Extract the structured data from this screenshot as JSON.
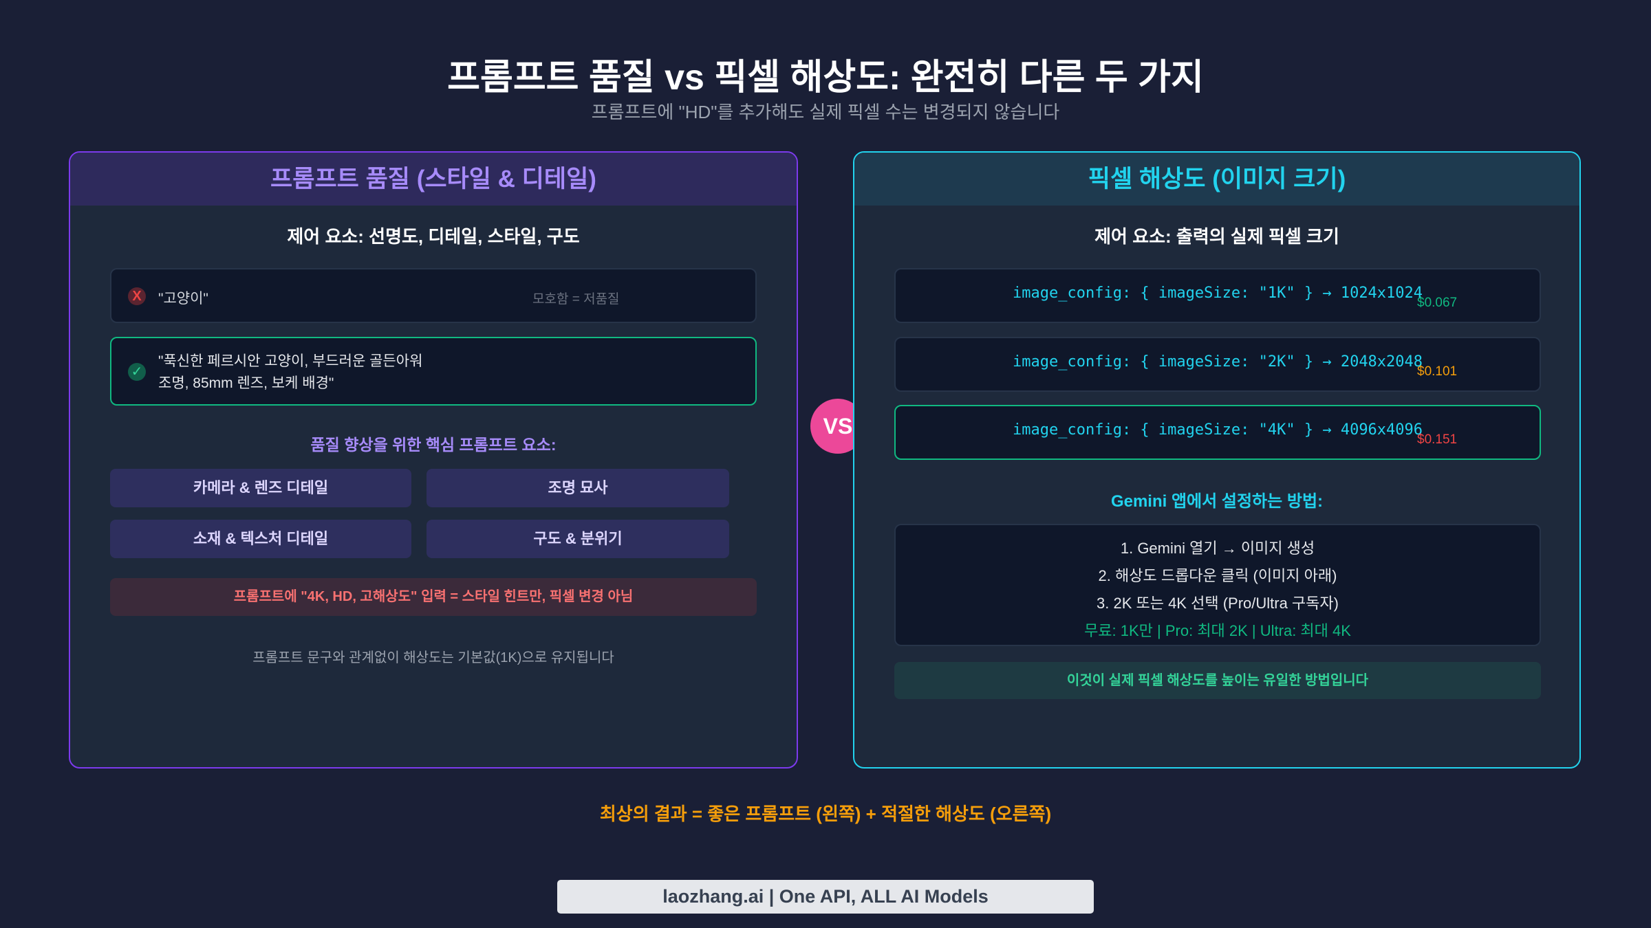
{
  "header": {
    "title": "프롬프트 품질 vs 픽셀 해상도: 완전히 다른 두 가지",
    "subtitle": "프롬프트에 \"HD\"를 추가해도 실제 픽셀 수는 변경되지 않습니다"
  },
  "left": {
    "title": "프롬프트 품질 (스타일 & 디테일)",
    "subtitle": "제어 요소: 선명도, 디테일, 스타일, 구도",
    "bad": {
      "icon": "x-icon",
      "text": "\"고양이\"",
      "note": "모호함 = 저품질"
    },
    "good": {
      "icon": "check-icon",
      "line1": "\"푹신한 페르시안 고양이, 부드러운 골든아워",
      "line2": "조명, 85mm 렌즈, 보케 배경\""
    },
    "elements_label": "품질 향상을 위한 핵심 프롬프트 요소:",
    "tags": [
      "카메라 & 렌즈 디테일",
      "조명 묘사",
      "소재 & 텍스처 디테일",
      "구도 & 분위기"
    ],
    "warning": "프롬프트에 \"4K, HD, 고해상도\" 입력 = 스타일 힌트만, 픽셀 변경 아님",
    "note": "프롬프트 문구와 관계없이 해상도는 기본값(1K)으로 유지됩니다"
  },
  "vs": "VS",
  "right": {
    "title": "픽셀 해상도 (이미지 크기)",
    "subtitle": "제어 요소: 출력의 실제 픽셀 크기",
    "configs": [
      {
        "code": "image_config: { imageSize: \"1K\" } → 1024x1024",
        "price": "$0.067",
        "color": "#10b981"
      },
      {
        "code": "image_config: { imageSize: \"2K\" } → 2048x2048",
        "price": "$0.101",
        "color": "#f59e0b"
      },
      {
        "code": "image_config: { imageSize: \"4K\" } → 4096x4096",
        "price": "$0.151",
        "color": "#ef4444"
      }
    ],
    "gemini_label": "Gemini 앱에서 설정하는 방법:",
    "steps": [
      "1. Gemini 열기 → 이미지 생성",
      "2. 해상도 드롭다운 클릭 (이미지 아래)",
      "3. 2K 또는 4K 선택 (Pro/Ultra 구독자)"
    ],
    "tiers": "무료: 1K만 | Pro: 최대 2K | Ultra: 최대 4K",
    "bottom": "이것이 실제 픽셀 해상도를 높이는 유일한 방법입니다"
  },
  "conclusion": "최상의 결과 = 좋은 프롬프트 (왼쪽) + 적절한 해상도 (오른쪽)",
  "footer": "laozhang.ai | One API, ALL AI Models"
}
